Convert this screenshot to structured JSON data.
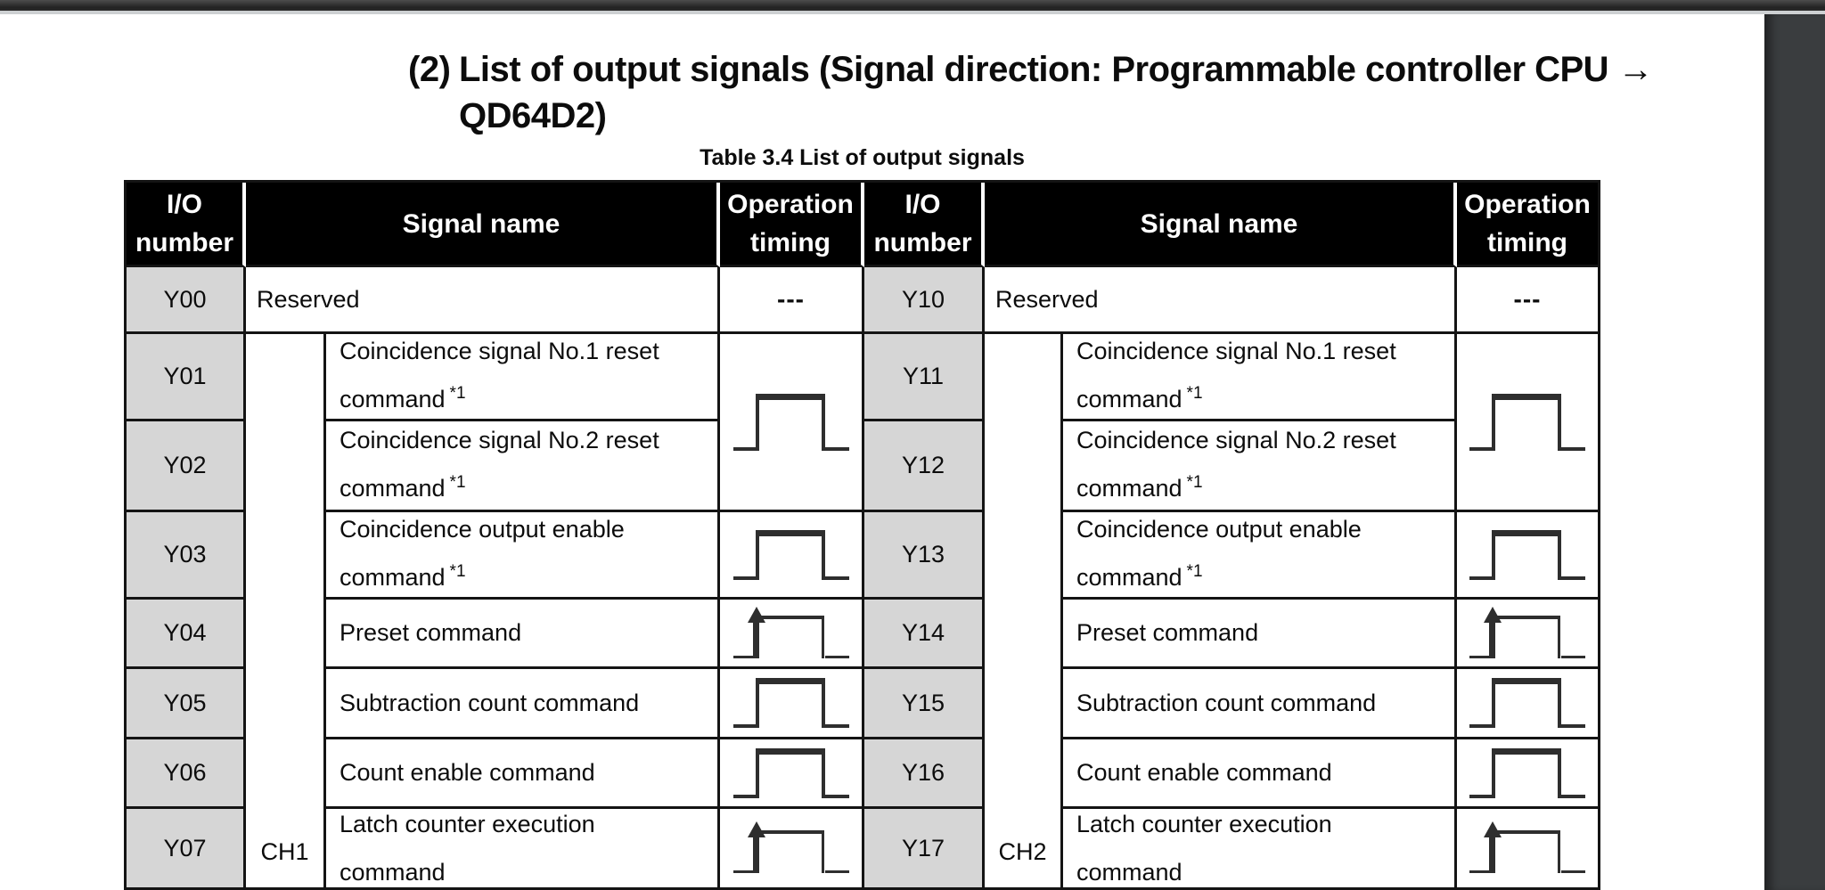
{
  "heading": {
    "prefix": "(2)",
    "line1": "List of output signals (Signal direction: Programmable controller CPU →",
    "line2": "QD64D2)"
  },
  "caption": "Table 3.4 List of output signals",
  "table": {
    "header": {
      "io_line1": "I/O",
      "io_line2": "number",
      "signal": "Signal name",
      "op_line1": "Operation",
      "op_line2": "timing"
    },
    "left": {
      "channel": "CH1",
      "rows": [
        {
          "io": "Y00",
          "l1": "Reserved",
          "timing": "---",
          "timing_icon": "none"
        },
        {
          "io": "Y01",
          "l1": "Coincidence signal No.1 reset",
          "l2": "command",
          "sup": "*1",
          "timing_icon": "pulse-waveform-merged"
        },
        {
          "io": "Y02",
          "l1": "Coincidence signal No.2 reset",
          "l2": "command",
          "sup": "*1",
          "timing_icon": "pulse-waveform-merged"
        },
        {
          "io": "Y03",
          "l1": "Coincidence output enable",
          "l2": "command",
          "sup": "*1",
          "timing_icon": "pulse-waveform"
        },
        {
          "io": "Y04",
          "l1": "Preset command",
          "timing_icon": "rising-edge-pulse-waveform"
        },
        {
          "io": "Y05",
          "l1": "Subtraction count command",
          "timing_icon": "pulse-waveform"
        },
        {
          "io": "Y06",
          "l1": "Count enable command",
          "timing_icon": "pulse-waveform"
        },
        {
          "io": "Y07",
          "l1": "Latch counter execution",
          "l2": "command",
          "timing_icon": "rising-edge-pulse-waveform"
        }
      ]
    },
    "right": {
      "channel": "CH2",
      "rows": [
        {
          "io": "Y10",
          "l1": "Reserved",
          "timing": "---",
          "timing_icon": "none"
        },
        {
          "io": "Y11",
          "l1": "Coincidence signal No.1 reset",
          "l2": "command",
          "sup": "*1",
          "timing_icon": "pulse-waveform-merged"
        },
        {
          "io": "Y12",
          "l1": "Coincidence signal No.2 reset",
          "l2": "command",
          "sup": "*1",
          "timing_icon": "pulse-waveform-merged"
        },
        {
          "io": "Y13",
          "l1": "Coincidence output enable",
          "l2": "command",
          "sup": "*1",
          "timing_icon": "pulse-waveform"
        },
        {
          "io": "Y14",
          "l1": "Preset command",
          "timing_icon": "rising-edge-pulse-waveform"
        },
        {
          "io": "Y15",
          "l1": "Subtraction count command",
          "timing_icon": "pulse-waveform"
        },
        {
          "io": "Y16",
          "l1": "Count enable command",
          "timing_icon": "pulse-waveform"
        },
        {
          "io": "Y17",
          "l1": "Latch counter execution",
          "l2": "command",
          "timing_icon": "rising-edge-pulse-waveform"
        }
      ]
    }
  },
  "colors": {
    "header_bg": "#000000",
    "header_text": "#ffffff",
    "io_cell_bg": "#d6d6d6",
    "table_border": "#141414",
    "waveform": "#2e2e2e",
    "page_bg": "#ffffff",
    "chrome_bar": "#232323",
    "chrome_gutter": "#3a3d3f"
  }
}
